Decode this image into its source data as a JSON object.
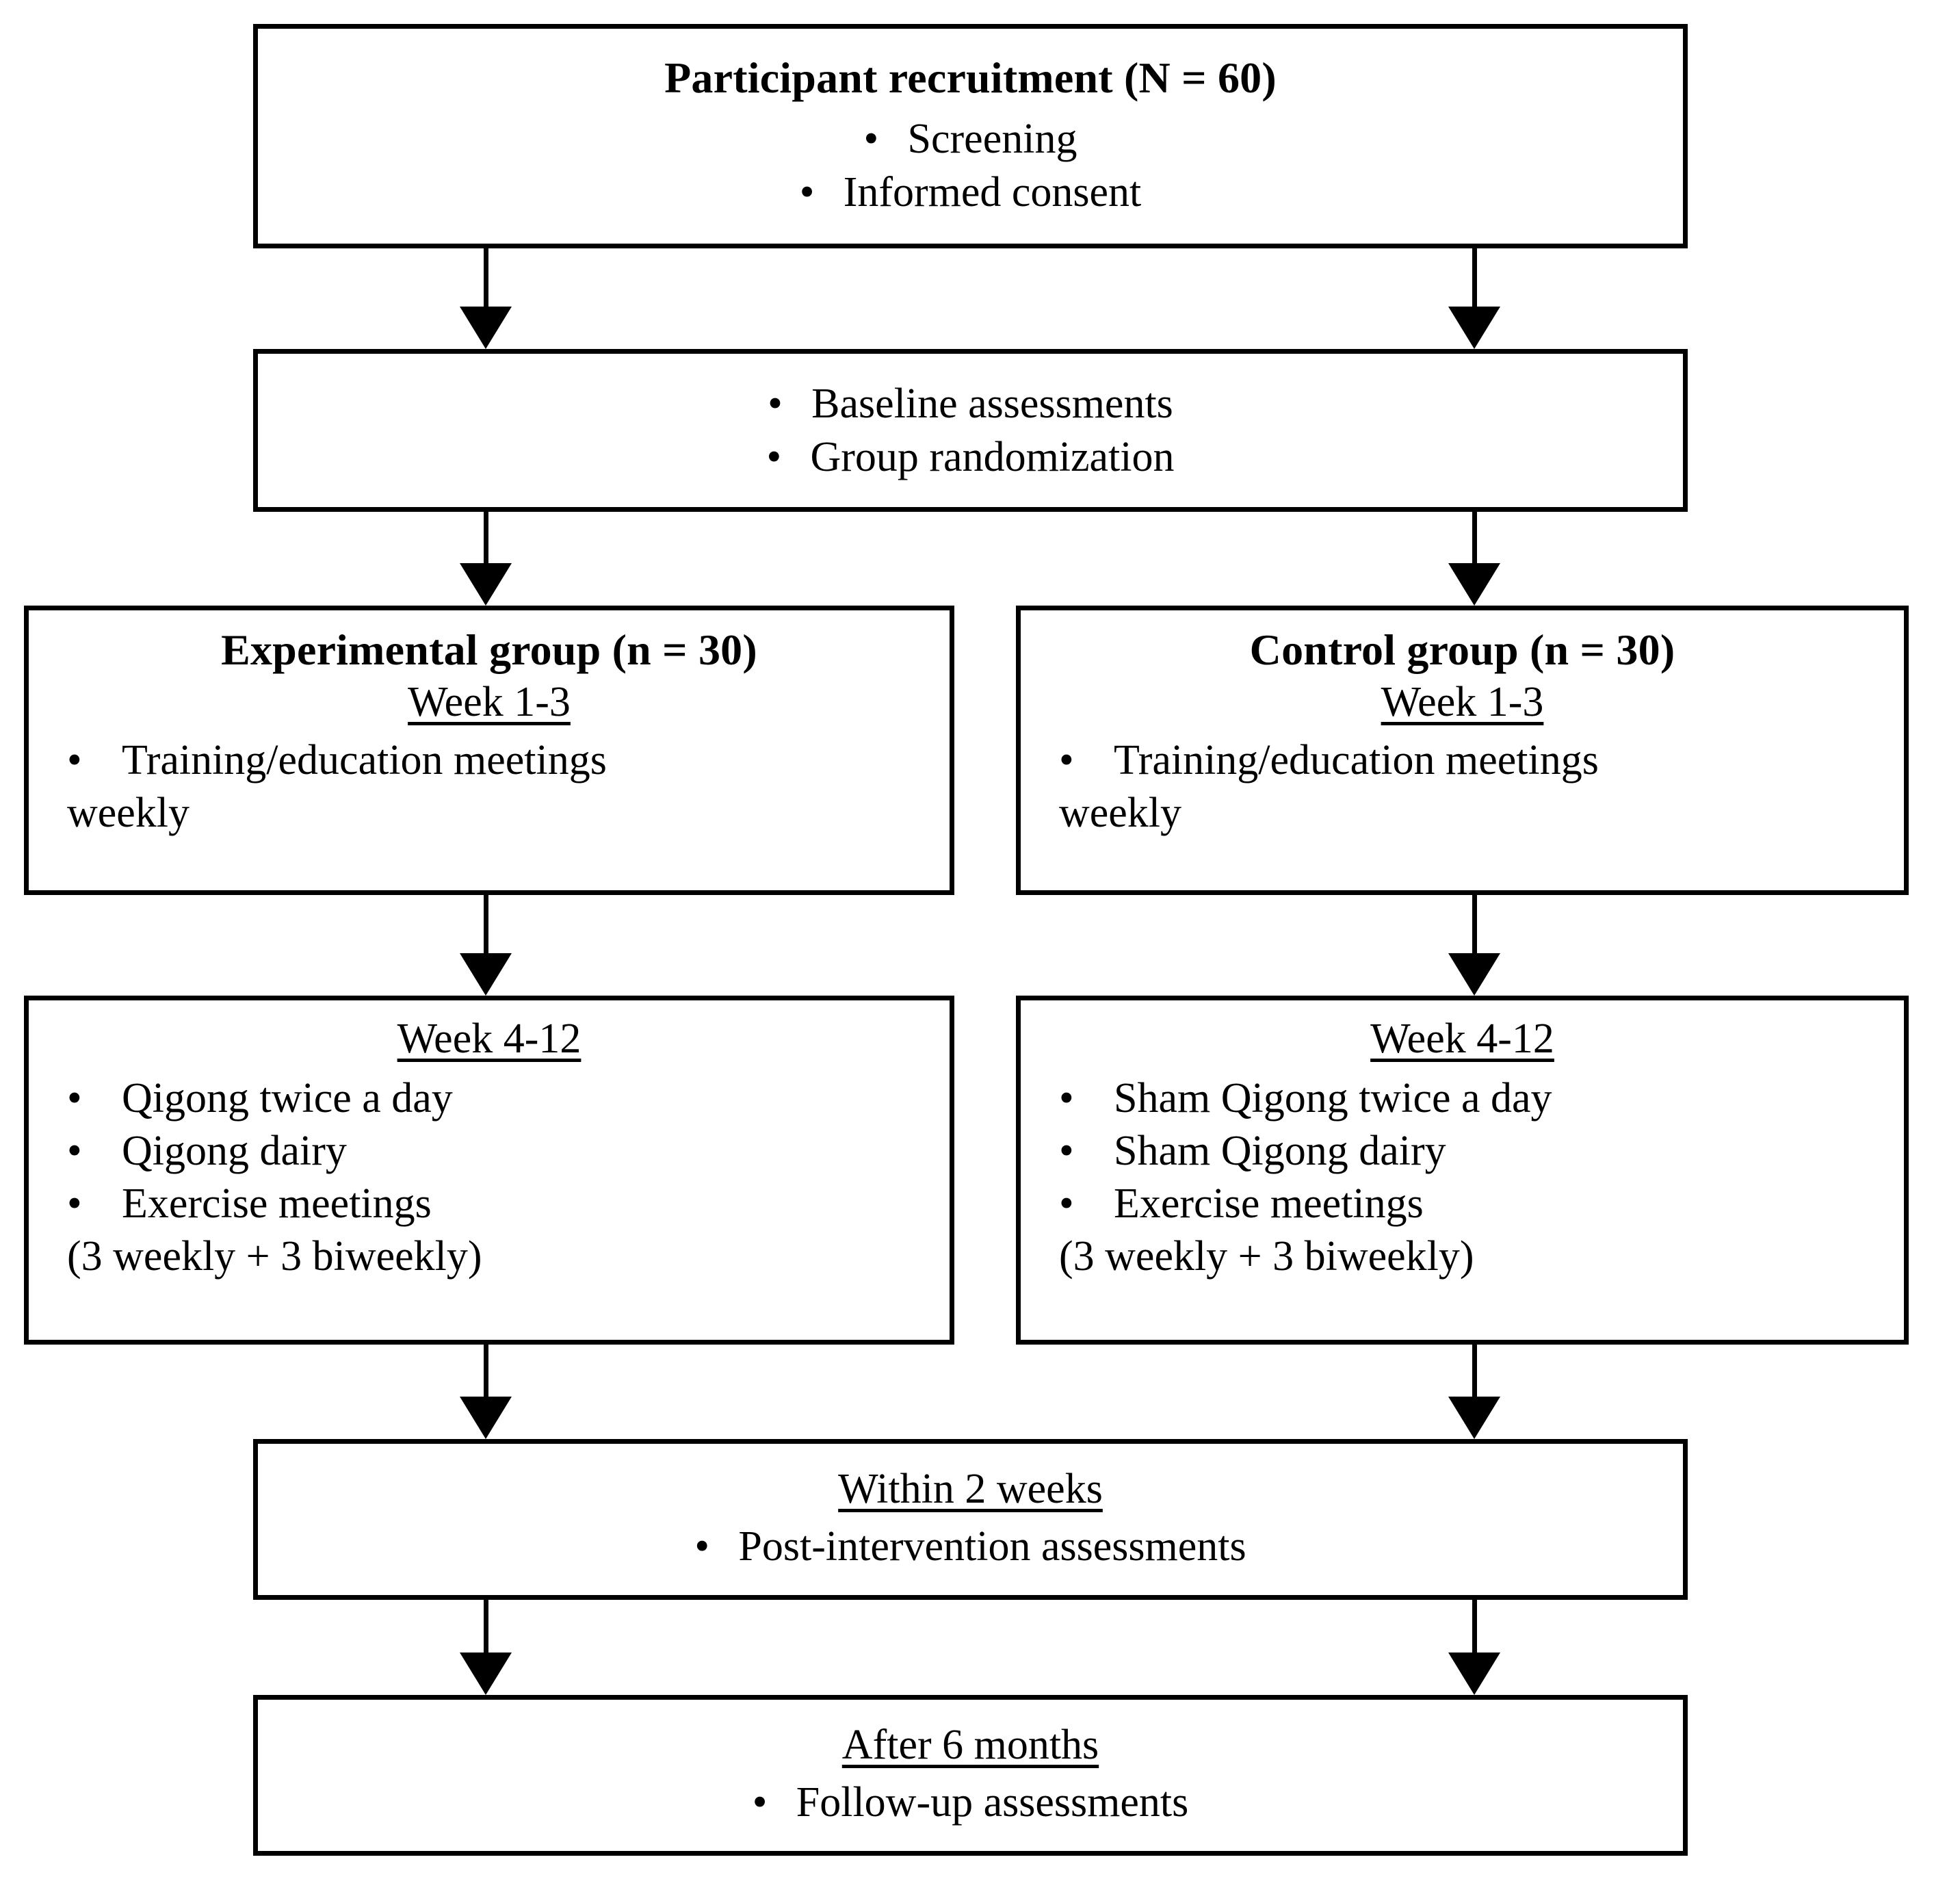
{
  "diagram": {
    "type": "flowchart",
    "title": "Study design flowchart (CONSORT-style)",
    "bullet_glyph": "•",
    "colors": {
      "border": "#000000",
      "background": "#ffffff",
      "text": "#000000"
    },
    "nodes": [
      {
        "id": "recruitment",
        "title": "Participant recruitment (N = 60)",
        "items": [
          "Screening",
          "Informed consent"
        ]
      },
      {
        "id": "baseline",
        "items": [
          "Baseline assessments",
          "Group randomization"
        ]
      },
      {
        "id": "experimental-week1-3",
        "title": "Experimental group (n = 30)",
        "phase": "Week 1-3",
        "items": [
          [
            "Training/education meetings",
            "weekly"
          ]
        ]
      },
      {
        "id": "control-week1-3",
        "title": "Control group (n = 30)",
        "phase": "Week 1-3",
        "items": [
          [
            "Training/education meetings",
            "weekly"
          ]
        ]
      },
      {
        "id": "experimental-week4-12",
        "phase": "Week 4-12",
        "items": [
          [
            "Qigong twice a day"
          ],
          [
            "Qigong dairy"
          ],
          [
            "Exercise meetings",
            "(3 weekly + 3 biweekly)"
          ]
        ]
      },
      {
        "id": "control-week4-12",
        "phase": "Week 4-12",
        "items": [
          [
            "Sham Qigong twice a day"
          ],
          [
            "Sham Qigong dairy"
          ],
          [
            "Exercise meetings",
            "(3 weekly + 3 biweekly)"
          ]
        ]
      },
      {
        "id": "post-intervention",
        "phase": "Within 2 weeks",
        "items": [
          "Post-intervention assessments"
        ]
      },
      {
        "id": "follow-up",
        "phase": "After 6 months",
        "items": [
          "Follow-up assessments"
        ]
      }
    ]
  }
}
